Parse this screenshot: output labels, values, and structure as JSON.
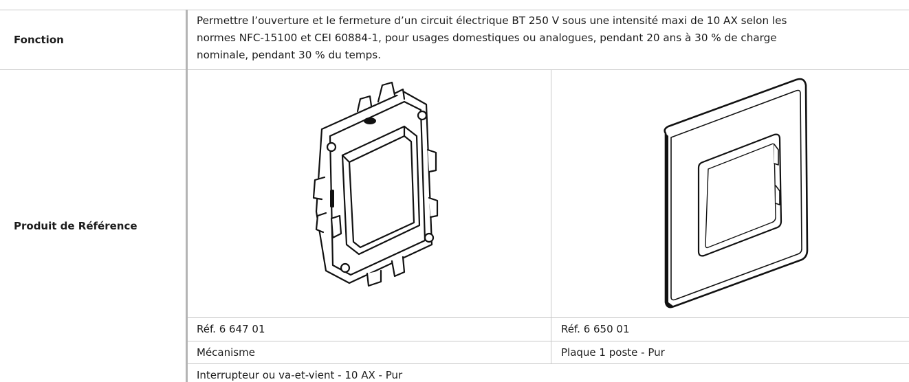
{
  "table": {
    "row1": {
      "label": "Fonction",
      "lines": [
        "Permettre l’ouverture et le fermeture d’un circuit électrique BT 250 V sous une intensité maxi de 10 AX selon les",
        "normes NFC-15100 et CEI 60884-1, pour usages domestiques ou analogues, pendant 20 ans à 30 % de charge",
        "nominale, pendant 30 % du temps."
      ]
    },
    "row2": {
      "label": "Produit de Référence",
      "products": [
        {
          "image_icon": "switch-mechanism-icon",
          "ref": "Réf. 6 647 01",
          "name": "Mécanisme"
        },
        {
          "image_icon": "cover-plate-icon",
          "ref": "Réf. 6 650 01",
          "name": "Plaque 1 poste - Pur"
        }
      ],
      "description": "Interrupteur ou va-et-vient - 10 AX - Pur"
    }
  }
}
